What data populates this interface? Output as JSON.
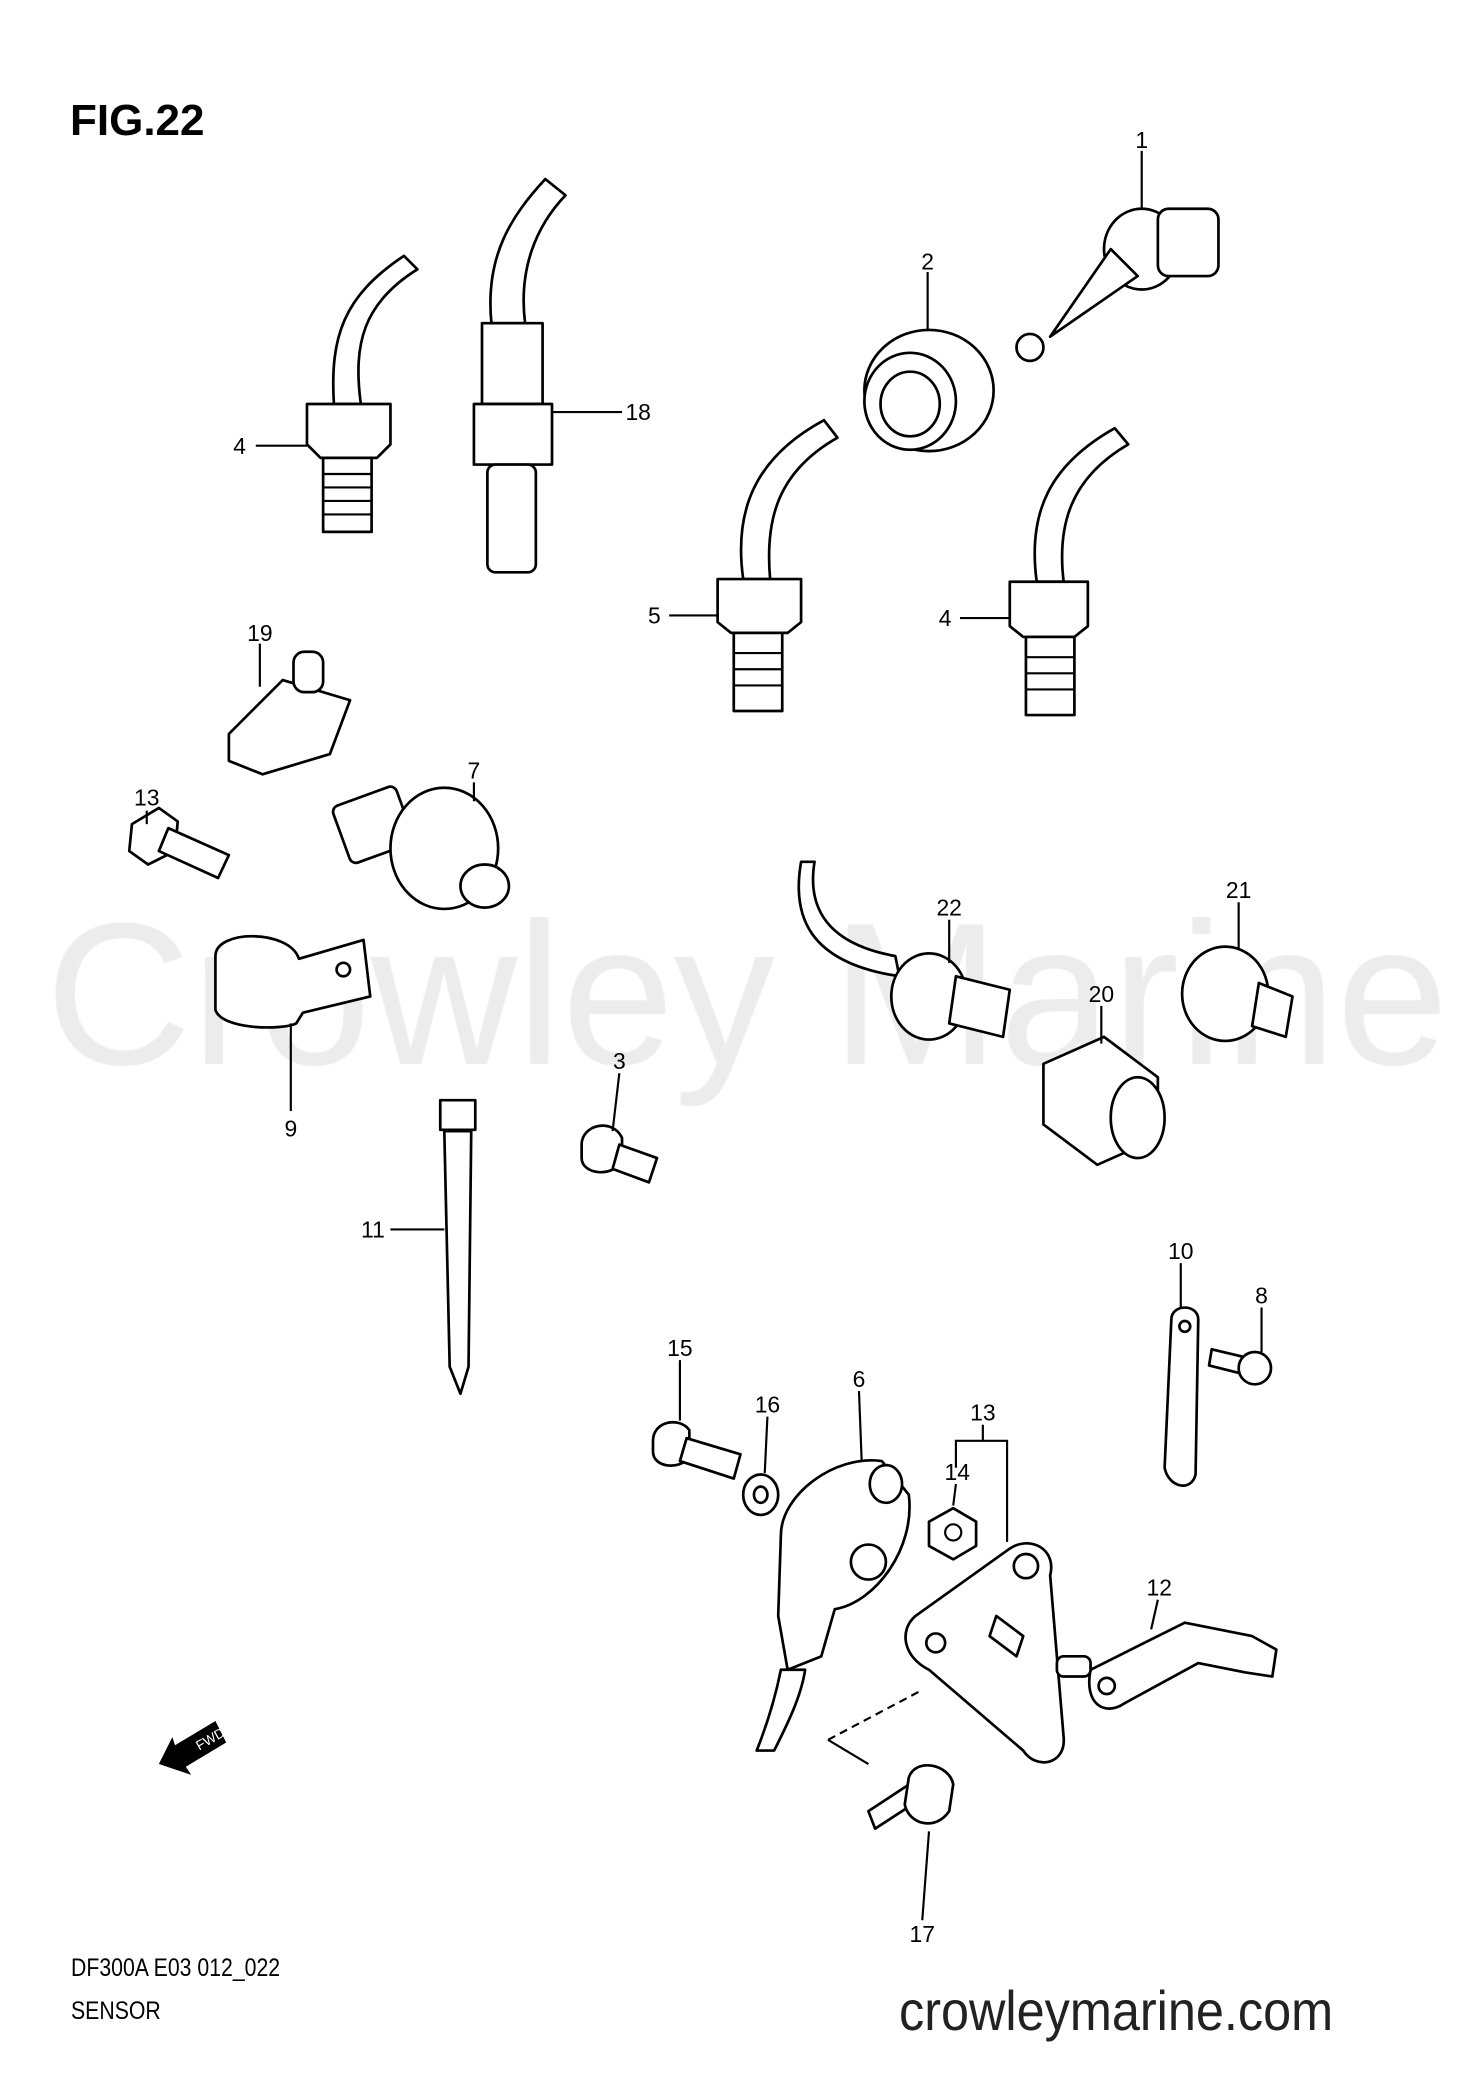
{
  "figure": {
    "title": "FIG.22",
    "code": "DF300A E03 012_022",
    "name": "SENSOR"
  },
  "watermark": "Crowley Marine",
  "site": "crowleymarine.com",
  "fwd_label": "FWD",
  "callouts": {
    "c1": "1",
    "c2": "2",
    "c3": "3",
    "c4a": "4",
    "c4b": "4",
    "c5": "5",
    "c6": "6",
    "c7": "7",
    "c8": "8",
    "c9": "9",
    "c10": "10",
    "c11": "11",
    "c12": "12",
    "c13a": "13",
    "c13b": "13",
    "c14": "14",
    "c15": "15",
    "c16": "16",
    "c17": "17",
    "c18": "18",
    "c19": "19",
    "c20": "20",
    "c21": "21",
    "c22": "22"
  }
}
